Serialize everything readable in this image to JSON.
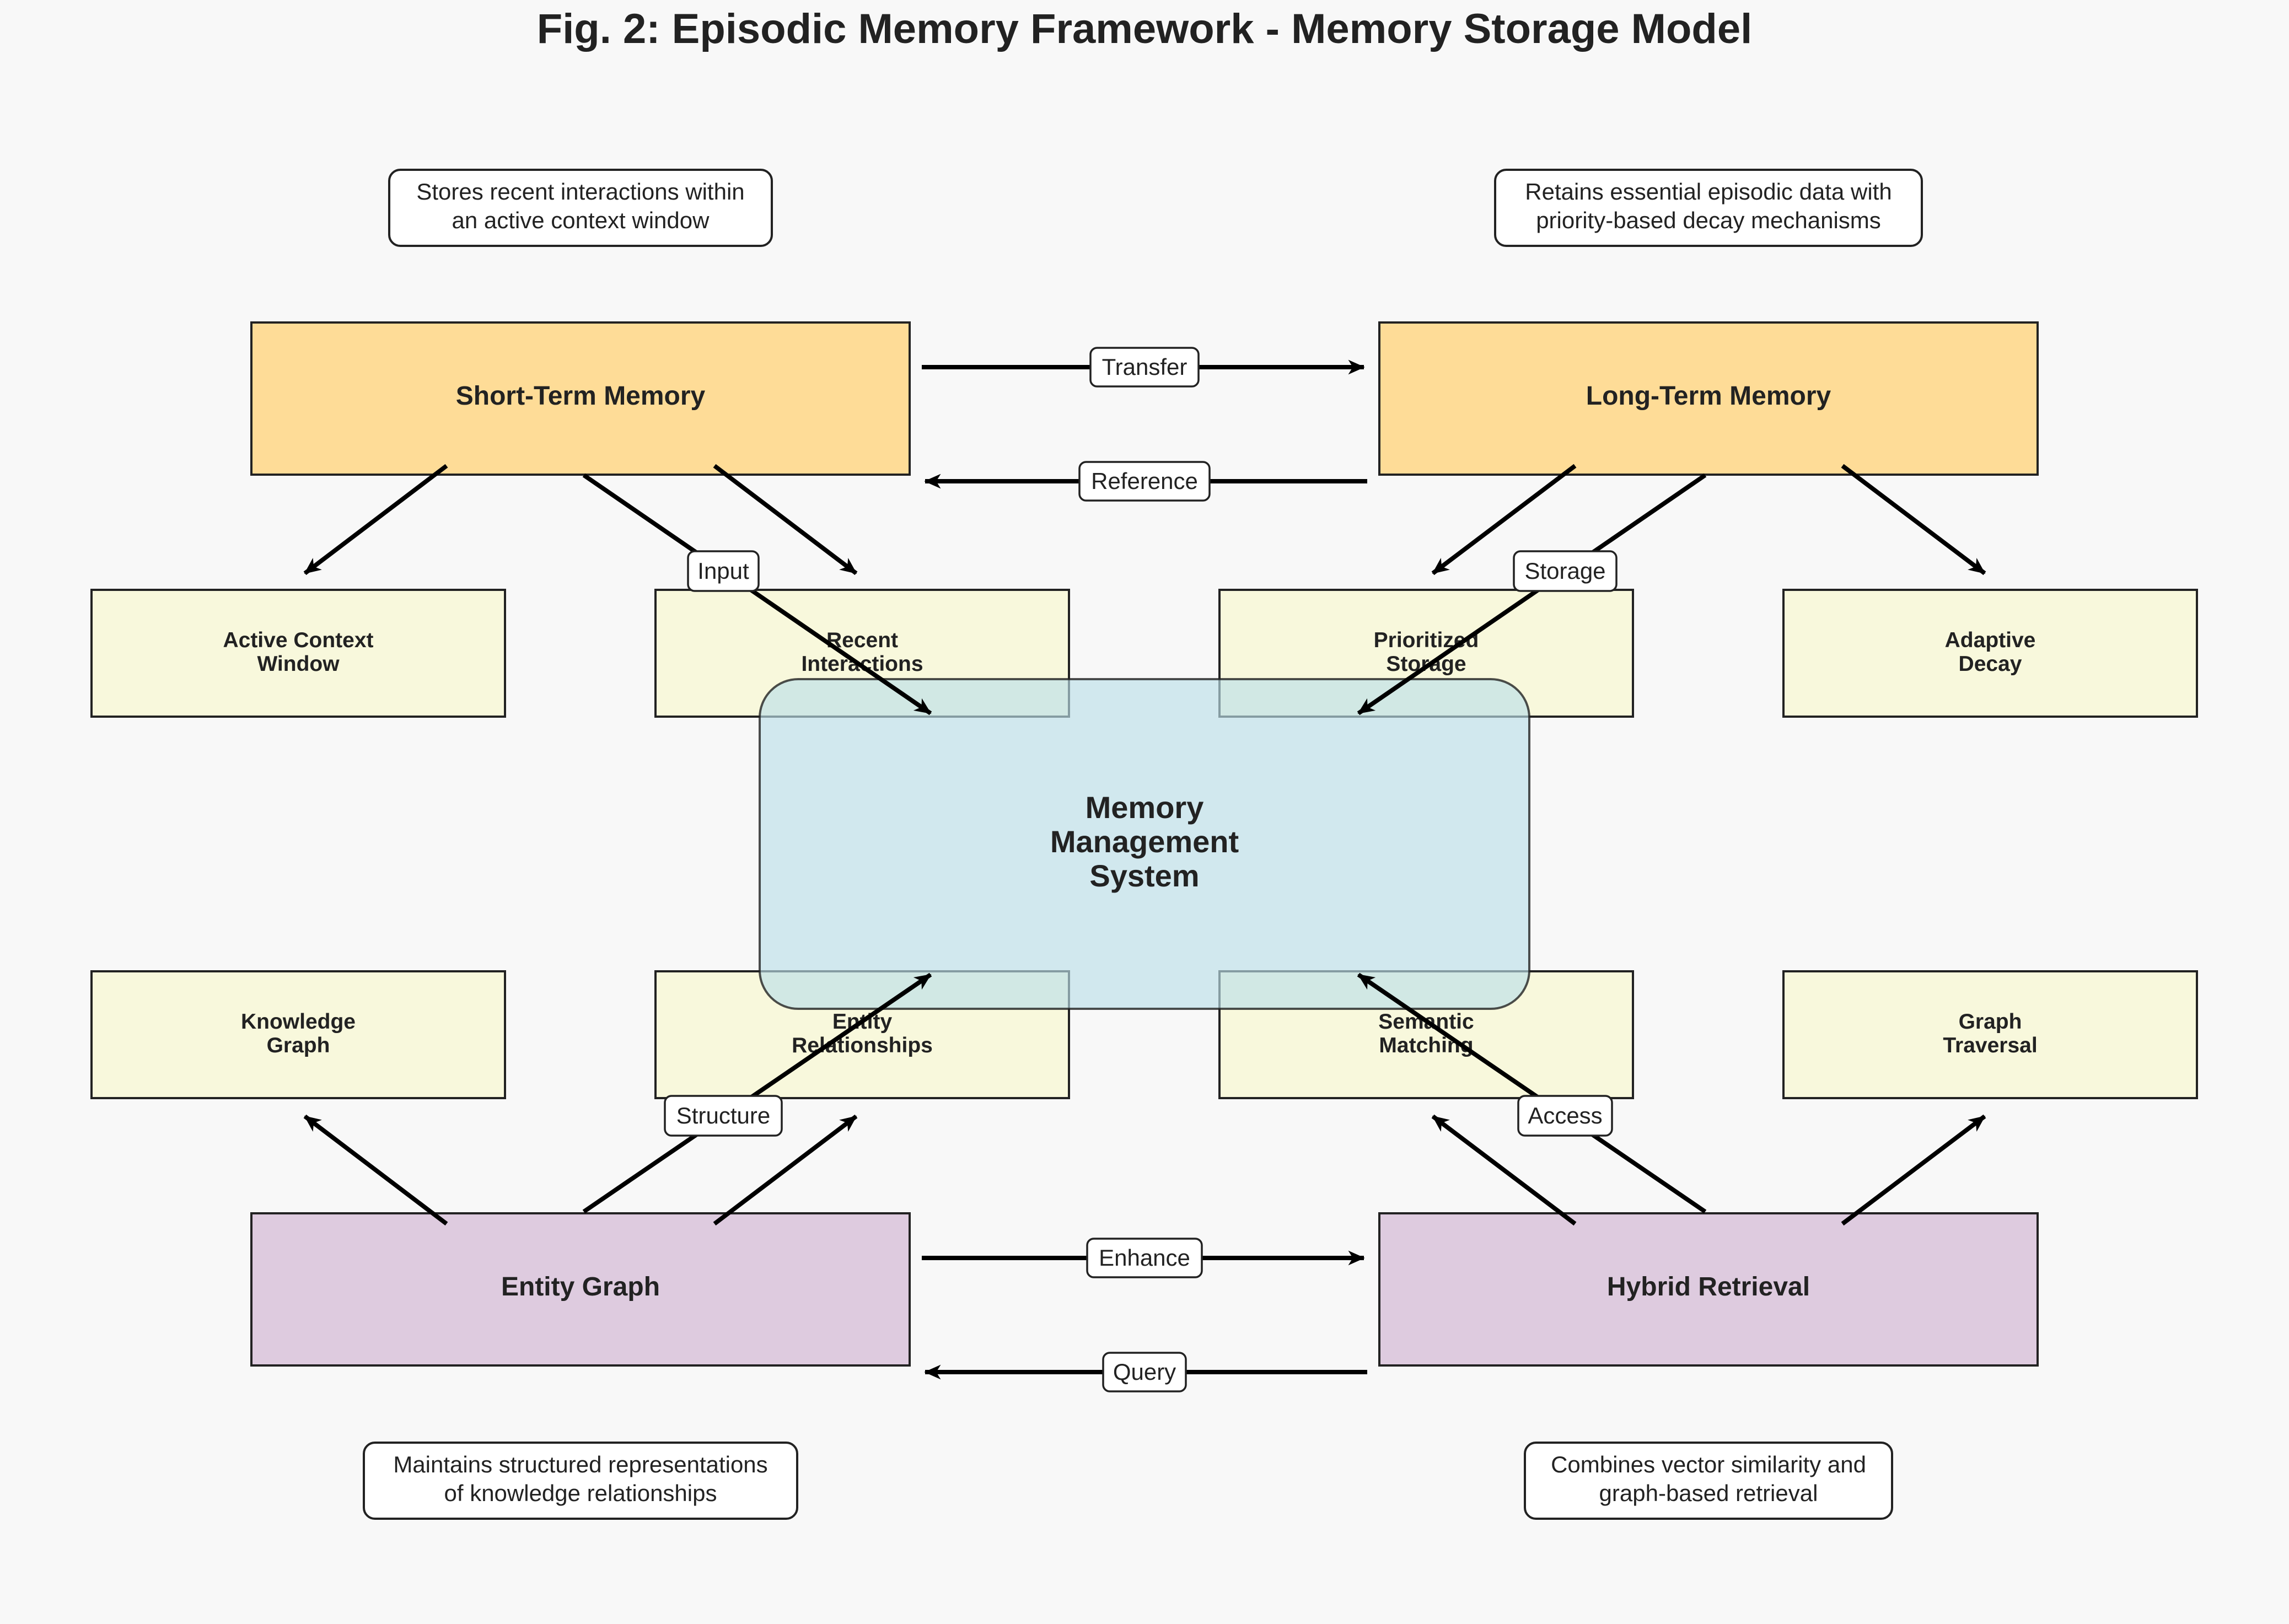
{
  "title": "Fig. 2: Episodic Memory Framework - Memory Storage Model",
  "colors": {
    "memory": "#fedc97",
    "component": "#f8f8dc",
    "center": "#bcdfe8",
    "retrieval": "#decbdf",
    "background": "#f8f8f8"
  },
  "center": {
    "lines": [
      "Memory",
      "Management",
      "System"
    ]
  },
  "memory_boxes": {
    "short_term": "Short-Term Memory",
    "long_term": "Long-Term Memory",
    "entity_graph": "Entity Graph",
    "hybrid_retrieval": "Hybrid Retrieval"
  },
  "components": {
    "active_context": [
      "Active Context",
      "Window"
    ],
    "recent_interactions": [
      "Recent",
      "Interactions"
    ],
    "prioritized_storage": [
      "Prioritized",
      "Storage"
    ],
    "adaptive_decay": [
      "Adaptive",
      "Decay"
    ],
    "knowledge_graph": [
      "Knowledge",
      "Graph"
    ],
    "entity_relationships": [
      "Entity",
      "Relationships"
    ],
    "semantic_matching": [
      "Semantic",
      "Matching"
    ],
    "graph_traversal": [
      "Graph",
      "Traversal"
    ]
  },
  "notes": {
    "short_term": [
      "Stores recent interactions within",
      "an active context window"
    ],
    "long_term": [
      "Retains essential episodic data with",
      "priority-based decay mechanisms"
    ],
    "entity_graph": [
      "Maintains structured representations",
      "of knowledge relationships"
    ],
    "hybrid_retrieval": [
      "Combines vector similarity and",
      "graph-based retrieval"
    ]
  },
  "connections": {
    "transfer": "Transfer",
    "reference": "Reference",
    "input": "Input",
    "storage": "Storage",
    "structure": "Structure",
    "access": "Access",
    "enhance": "Enhance",
    "query": "Query"
  }
}
